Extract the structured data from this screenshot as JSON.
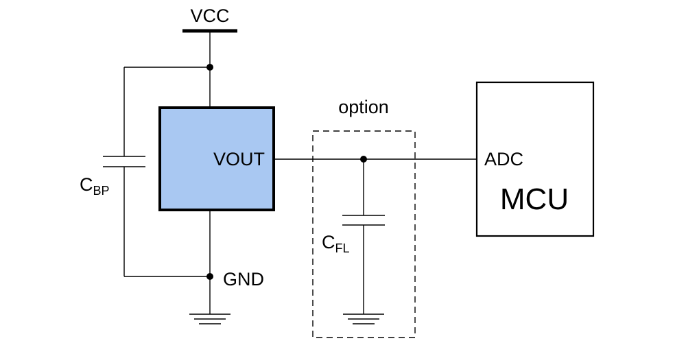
{
  "labels": {
    "vcc": "VCC",
    "vout": "VOUT",
    "gnd": "GND",
    "adc": "ADC",
    "mcu": "MCU",
    "option": "option",
    "cbp_main": "C",
    "cbp_sub": "BP",
    "cfl_main": "C",
    "cfl_sub": "FL"
  },
  "colors": {
    "sensor_fill": "#a9c8f2",
    "line": "#000000",
    "background": "#ffffff"
  }
}
